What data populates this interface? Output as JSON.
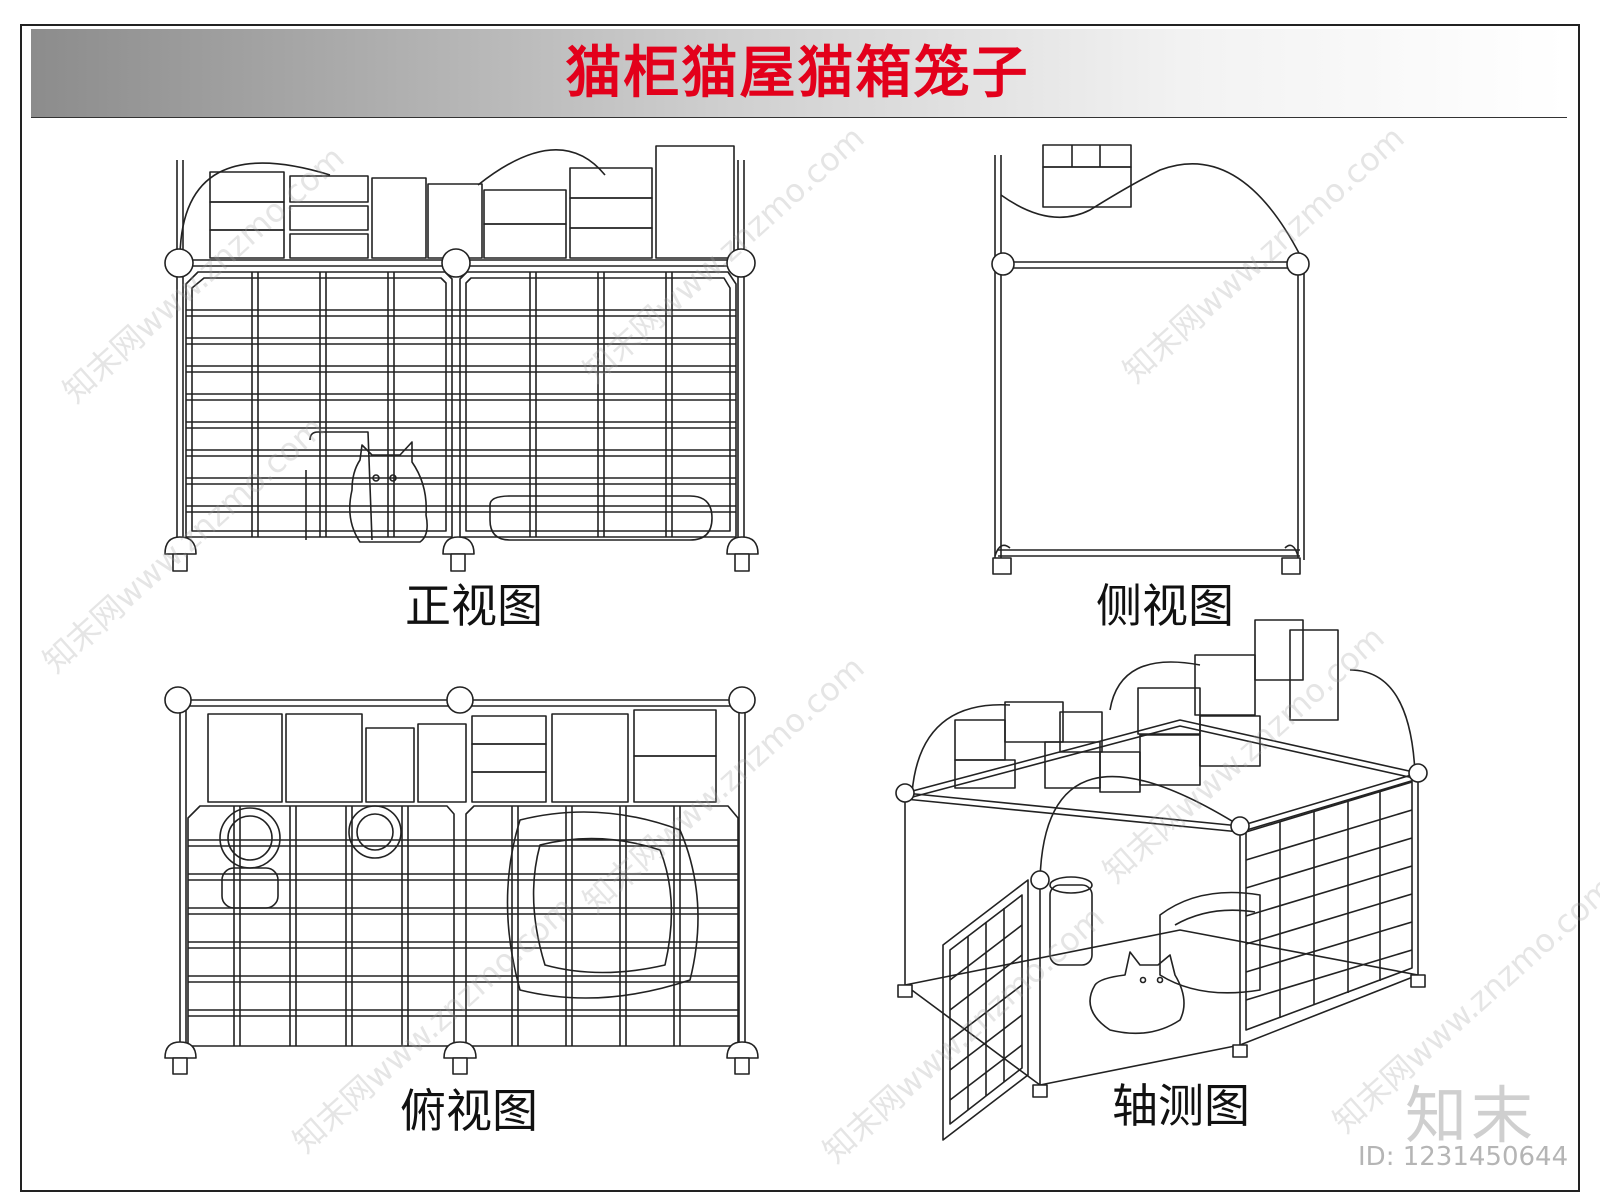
{
  "title": "猫柜猫屋猫箱笼子",
  "views": {
    "front": "正视图",
    "side": "侧视图",
    "top": "俯视图",
    "axon": "轴测图"
  },
  "brand": "知末",
  "id_text": "ID: 1231450644",
  "watermark": "知末网www.znzmo.com",
  "colors": {
    "title": "#e3001b",
    "line": "#222222"
  }
}
